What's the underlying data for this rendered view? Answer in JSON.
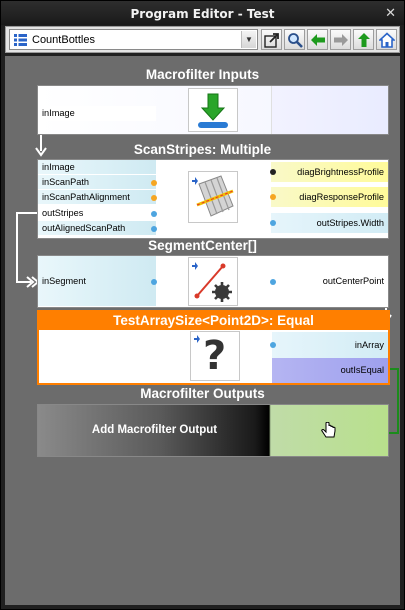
{
  "window": {
    "title": "Program Editor - Test",
    "close_glyph": "✕"
  },
  "toolbar": {
    "combo_value": "CountBottles",
    "combo_arrow": "▼",
    "buttons": [
      "open-external-icon",
      "search-icon",
      "back-arrow-icon",
      "forward-arrow-icon",
      "up-arrow-icon",
      "home-icon"
    ]
  },
  "inputs_section": {
    "title": "Macrofilter Inputs",
    "ports": [
      "inImage"
    ]
  },
  "scanstripes": {
    "title": "ScanStripes: Multiple",
    "inputs": [
      "inImage",
      "inScanPath",
      "inScanPathAlignment"
    ],
    "outputs_left": [
      "outStripes",
      "outAlignedScanPath"
    ],
    "outputs_right": [
      "diagBrightnessProfile",
      "diagResponseProfile",
      "outStripes.Width"
    ]
  },
  "segmentcenter": {
    "title": "SegmentCenter[]",
    "input": "inSegment",
    "output": "outCenterPoint"
  },
  "testarraysize": {
    "title": "TestArraySize<Point2D>: Equal",
    "input": "inArray",
    "output": "outIsEqual",
    "icon_glyph": "?"
  },
  "outputs_section": {
    "title": "Macrofilter Outputs",
    "add_label": "Add Macrofilter Output"
  },
  "colors": {
    "accent_orange": "#ff7f00",
    "connection_green": "#1c8c1c",
    "canvas_gray": "#6c6c6c"
  }
}
